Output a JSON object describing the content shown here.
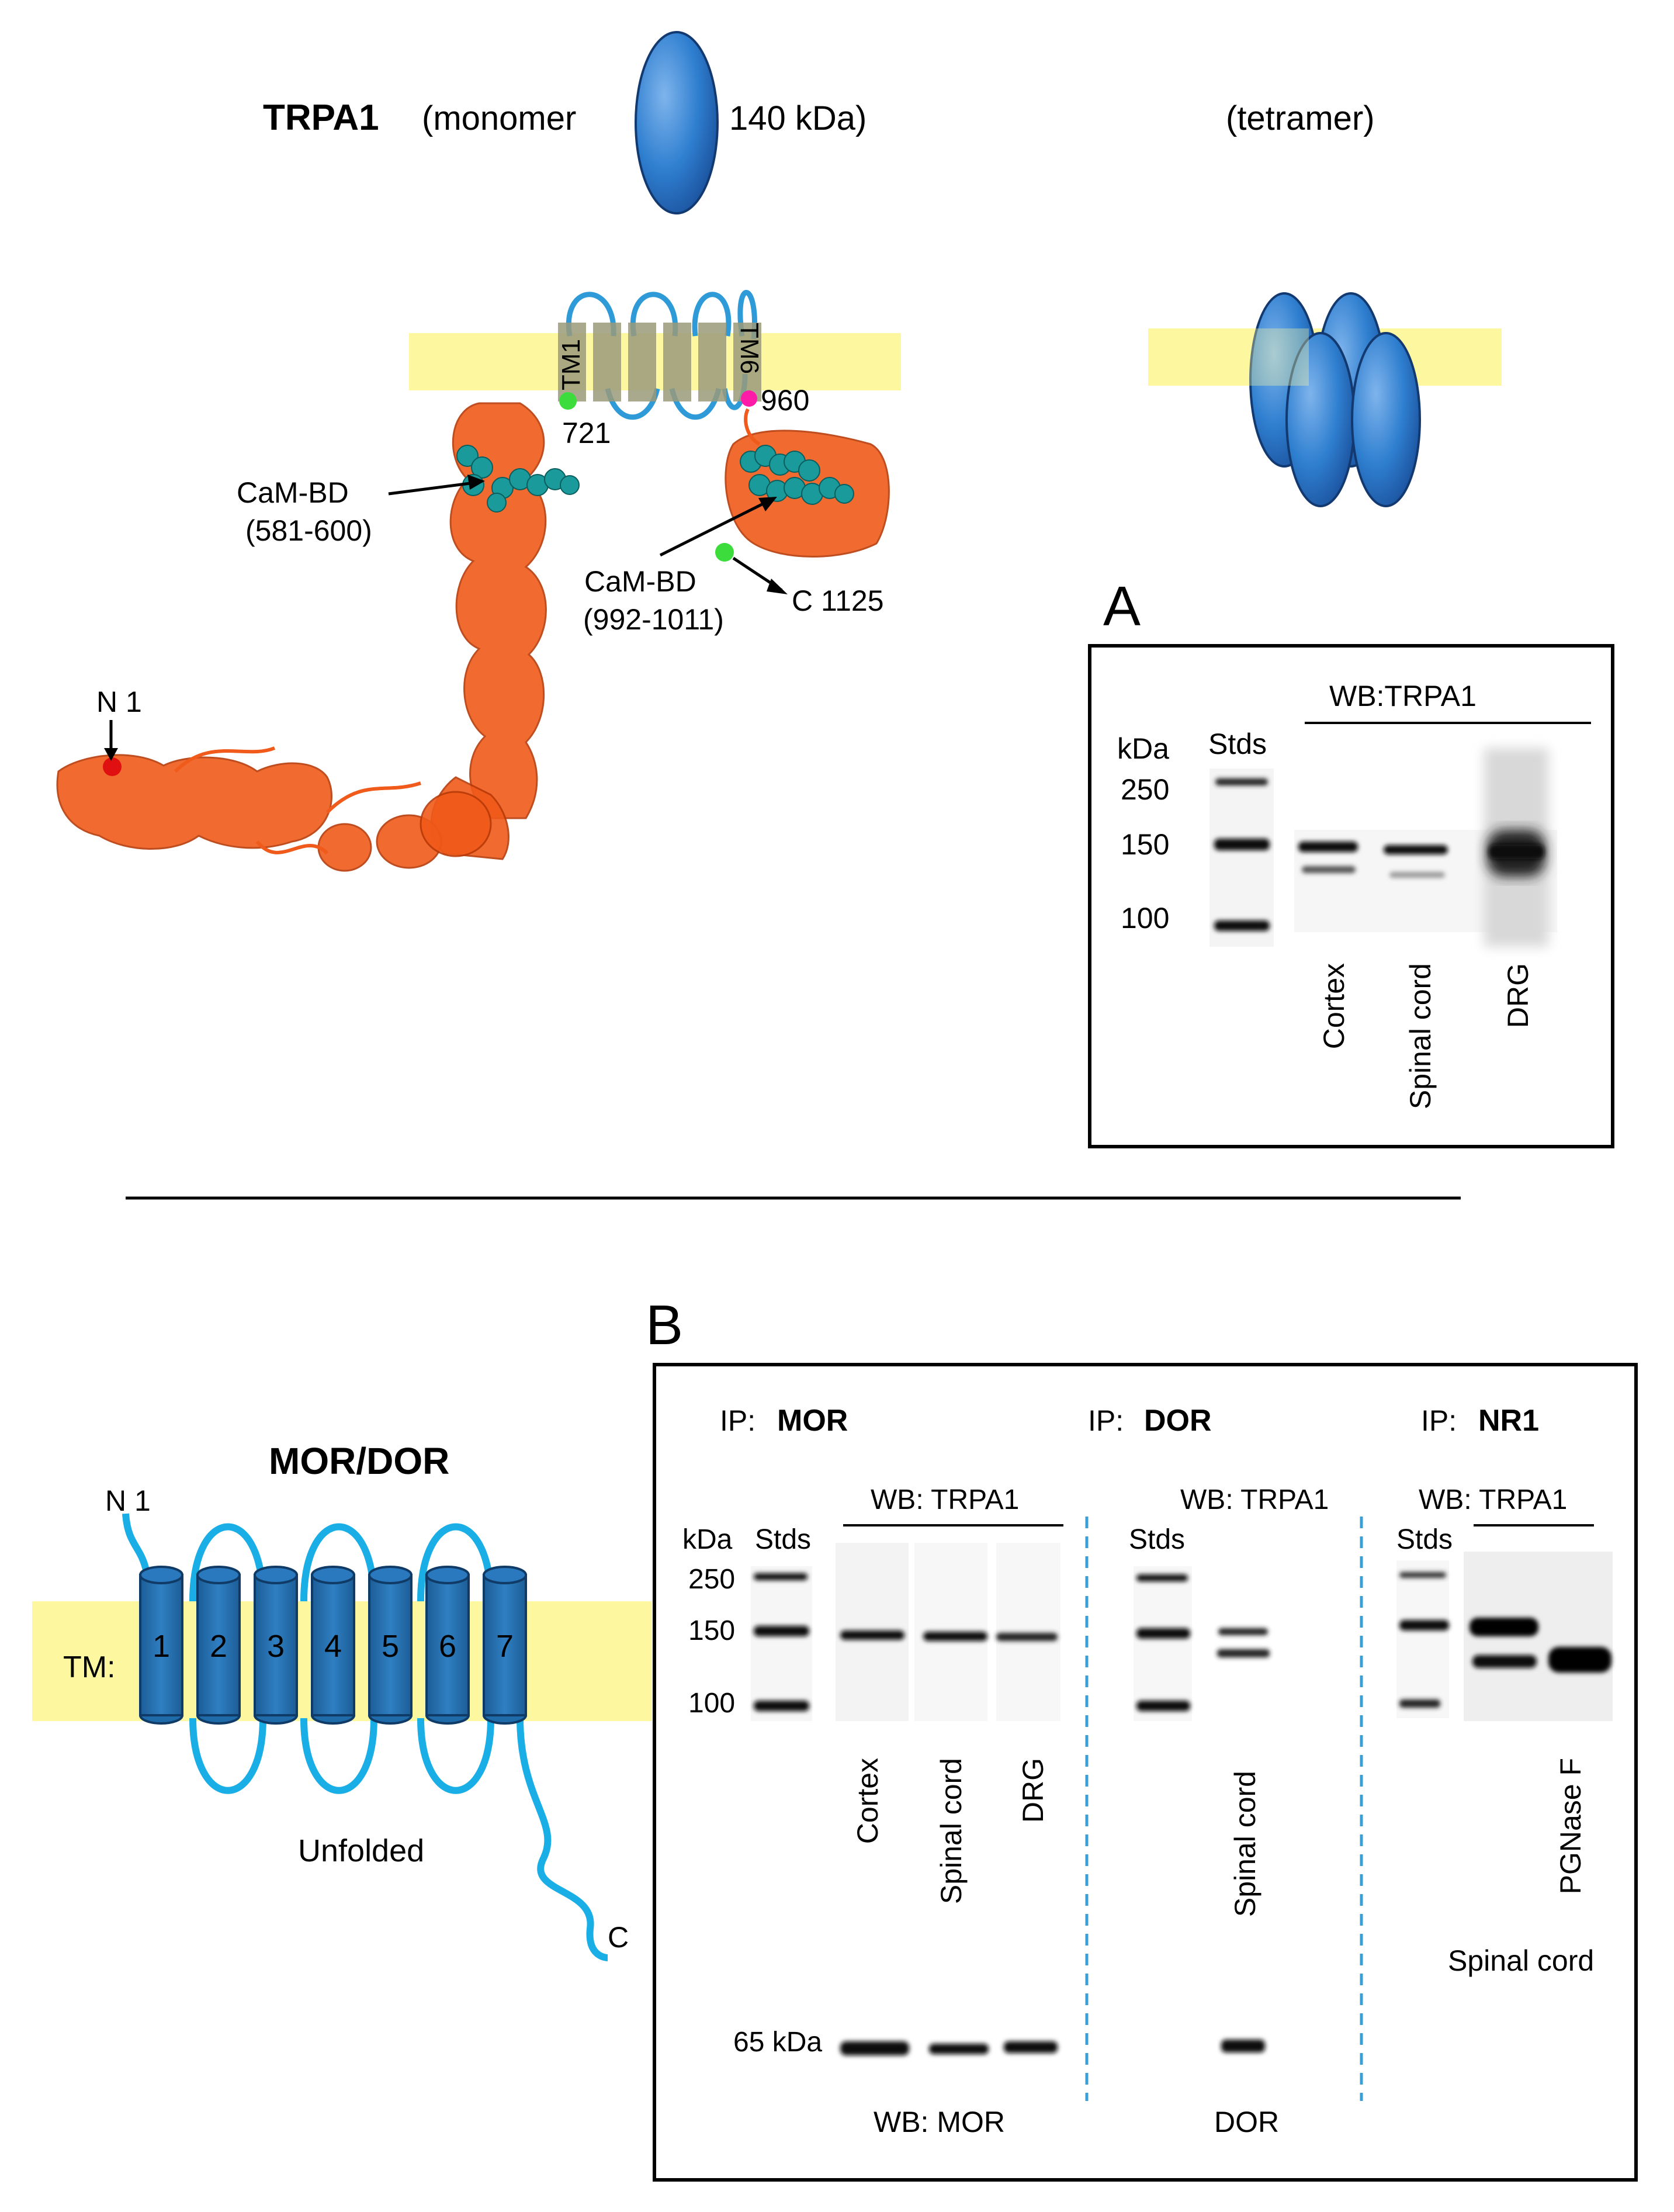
{
  "top": {
    "title_bold": "TRPA1",
    "monomer": "(monomer",
    "mass": "140 kDa)",
    "tetramer": "(tetramer)",
    "tm1": "TM1",
    "tm6": "TM6",
    "res_721": "721",
    "res_960": "960",
    "cambd1": "CaM-BD",
    "cambd1_range": "(581-600)",
    "cambd2": "CaM-BD",
    "cambd2_range": "(992-1011)",
    "c_term": "C 1125",
    "n_term": "N 1"
  },
  "panel_a": {
    "letter": "A",
    "wb_label": "WB:TRPA1",
    "kda": "kDa",
    "stds": "Stds",
    "markers": [
      "250",
      "150",
      "100"
    ],
    "lanes": [
      "Cortex",
      "Spinal cord",
      "DRG"
    ]
  },
  "bottom_left": {
    "title": "MOR/DOR",
    "n_term": "N 1",
    "c_term": "C",
    "tm_label": "TM:",
    "helices": [
      "1",
      "2",
      "3",
      "4",
      "5",
      "6",
      "7"
    ],
    "state": "Unfolded"
  },
  "panel_b": {
    "letter": "B",
    "ip_prefix": "IP:",
    "ip_mor": "MOR",
    "ip_dor": "DOR",
    "ip_nr1": "NR1",
    "wb_trpa1": "WB: TRPA1",
    "kda": "kDa",
    "stds": "Stds",
    "markers": [
      "250",
      "150",
      "100"
    ],
    "mor_lanes": [
      "Cortex",
      "Spinal cord",
      "DRG"
    ],
    "dor_lane": "Spinal cord",
    "nr1_lane": "PGNase F",
    "nr1_tissue": "Spinal cord",
    "kda65": "65 kDa",
    "wb_mor": "WB: MOR",
    "dor_label": "DOR"
  },
  "colors": {
    "membrane": "#fdf8a0",
    "blue_fill": "#2f7fd0",
    "loop_blue": "#19aee6",
    "protein_orange": "#f05a1a",
    "cambd_teal": "#1a9a9a",
    "dashed_divider": "#3a9fd6"
  }
}
